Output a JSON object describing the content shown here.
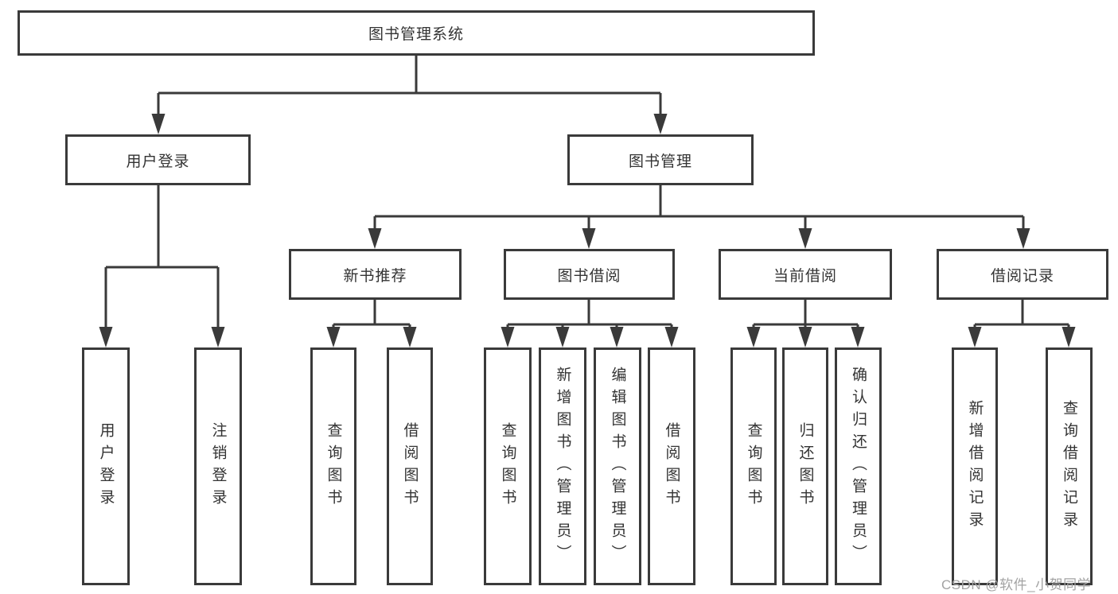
{
  "colors": {
    "line": "#3a3a3a",
    "text": "#333333",
    "background": "#ffffff",
    "watermark": "#a3a3a3"
  },
  "tree": {
    "root_label": "图书管理系统",
    "level2": [
      {
        "label": "用户登录",
        "children": [
          {
            "label": "用户登录"
          },
          {
            "label": "注销登录"
          }
        ]
      },
      {
        "label": "图书管理",
        "children": [
          {
            "label": "新书推荐",
            "children": [
              {
                "label": "查询图书"
              },
              {
                "label": "借阅图书"
              }
            ]
          },
          {
            "label": "图书借阅",
            "children": [
              {
                "label": "查询图书"
              },
              {
                "label": "新增图书（管理员）"
              },
              {
                "label": "编辑图书（管理员）"
              },
              {
                "label": "借阅图书"
              }
            ]
          },
          {
            "label": "当前借阅",
            "children": [
              {
                "label": "查询图书"
              },
              {
                "label": "归还图书"
              },
              {
                "label": "确认归还（管理员）"
              }
            ]
          },
          {
            "label": "借阅记录",
            "children": [
              {
                "label": "新增借阅记录"
              },
              {
                "label": "查询借阅记录"
              }
            ]
          }
        ]
      }
    ]
  },
  "watermark": {
    "text": "CSDN @软件_小贺同学"
  }
}
